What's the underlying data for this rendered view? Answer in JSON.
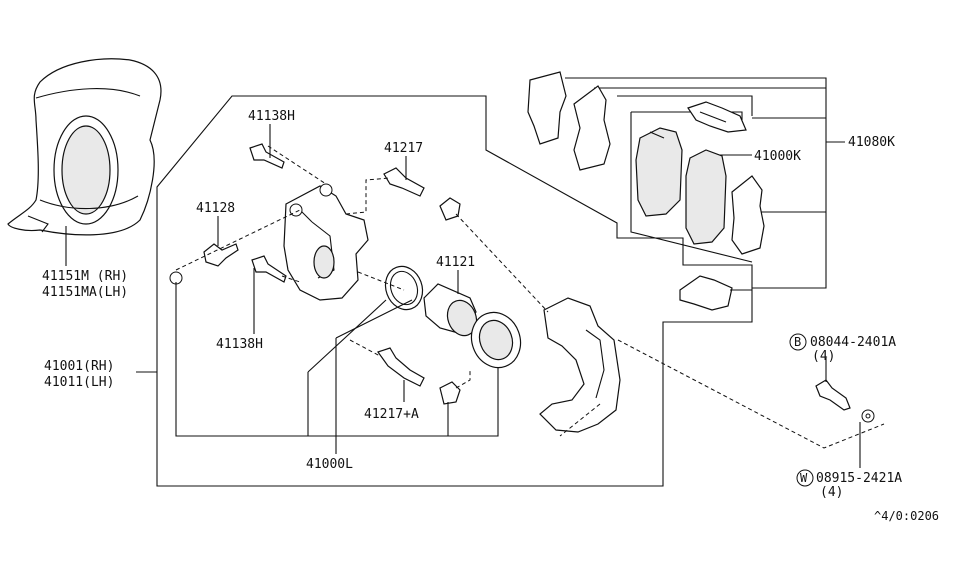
{
  "labels": {
    "dust_cover": [
      "41151M (RH)",
      "41151MA(LH)"
    ],
    "caliper_assy": [
      "41001(RH)",
      "41011(LH)"
    ],
    "bolt_upper": "41138H",
    "bolt_lower": "41138H",
    "bleeder": "41128",
    "pin_upper": "41217",
    "pin_lower": "41217+A",
    "piston": "41121",
    "cyl_body": "41000L",
    "pad_kit": "41000K",
    "pad_hw_kit": "41080K",
    "bolt_b": {
      "symbol": "B",
      "part": "08044-2401A",
      "qty": "(4)"
    },
    "washer_w": {
      "symbol": "W",
      "part": "08915-2421A",
      "qty": "(4)"
    },
    "diagram_code": "^4/0:0206"
  }
}
